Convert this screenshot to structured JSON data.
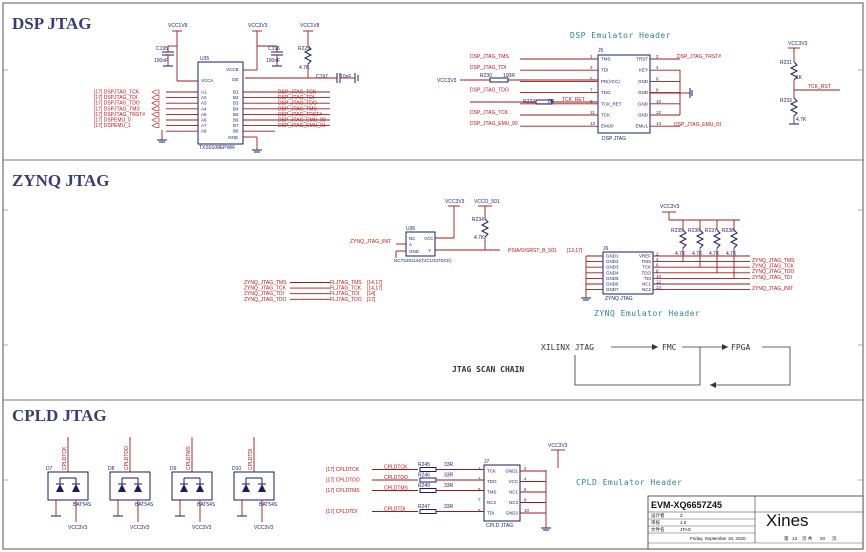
{
  "sections": {
    "dsp": "DSP JTAG",
    "zynq": "ZYNQ JTAG",
    "cpld": "CPLD JTAG"
  },
  "headers": {
    "dsp": "DSP Emulator Header",
    "zynq": "ZYNQ Emulator Header",
    "cpld": "CPLD Emulator Header"
  },
  "chain": {
    "label": "JTAG SCAN CHAIN",
    "xilinx": "XILINX JTAG",
    "fmc": "FMC",
    "fpga": "FPGA"
  },
  "dsp": {
    "u_ref": "U35",
    "u_part": "TXS0108EPWR",
    "vcc1v8_a": "VCC1V8",
    "vcc3v3_a": "VCC3V3",
    "vcc1v8_b": "VCC1V8",
    "c195": "C195",
    "c195_val": "100nF",
    "c196": "C196",
    "c196_val": "100nF",
    "r229": "R229",
    "r229_val": "4.7K",
    "c197": "C197",
    "c197_val": "10nF",
    "vcca": "VCCA",
    "vccb": "VCCB",
    "oe": "OE",
    "gnd": "GND",
    "pins_a": [
      "A1",
      "A2",
      "A3",
      "A4",
      "A5",
      "A6",
      "A7",
      "A8"
    ],
    "pins_b": [
      "B1",
      "B2",
      "B3",
      "B4",
      "B5",
      "B6",
      "B7",
      "B8"
    ],
    "left_nets": [
      "[17]  DSPJTAG_TCK",
      "[17]  DSPJTAG_TDI",
      "[17]  DSPJTAG_TDO",
      "[17]  DSPJTAG_TMS",
      "[17]  DSPJTAG_TRST#",
      "[17]  DSPEMU_0",
      "[17]  DSPEMU_1"
    ],
    "right_nets": [
      "DSP_JTAG_TCK",
      "DSP_JTAG_TDI",
      "DSP_JTAG_TDO",
      "DSP_JTAG_TMS",
      "DSP_JTAG_TRST#",
      "DSP_JTAG_EMU_00",
      "DSP_JTAG_EMU_01"
    ],
    "j_ref": "J5",
    "j_part": "DSP JTAG",
    "j_left_pins": [
      "TMS",
      "TDI",
      "PD(VCC)",
      "TDO",
      "TCK_RET",
      "TCK",
      "EMU0"
    ],
    "j_left_nums": [
      "1",
      "3",
      "5",
      "7",
      "9",
      "11",
      "13"
    ],
    "j_right_pins": [
      "TRST",
      "KEY",
      "GND",
      "GND",
      "GND",
      "GND",
      "EMU1"
    ],
    "j_right_nums": [
      "2",
      "4",
      "6",
      "8",
      "10",
      "12",
      "14"
    ],
    "j_left_nets": [
      "DSP_JTAG_TMS",
      "DSP_JTAG_TDI",
      "",
      "DSP_JTAG_TDO",
      "",
      "DSP_JTAG_TCK",
      "DSP_JTAG_EMU_00"
    ],
    "vcc3v3_j": "VCC3V3",
    "r230": "R230",
    "r230_val": "100R",
    "r232": "R232",
    "r232_val": "0R",
    "tck_ret": "TCK_RET",
    "trst_right": "DSP_JTAG_TRST#",
    "emu1_right": "DSP_JTAG_EMU_01",
    "vcc3v3_r": "VCC3V3",
    "r231": "R231",
    "r231_val": "1K",
    "r233": "R233",
    "r233_val": "4.7K",
    "tck_rst_net": "TCK_RST"
  },
  "zynq": {
    "u_ref": "U36",
    "u_part": "NC7SZ04L6X(VC1G07DCK)",
    "vcc3v3_a": "VCC3V3",
    "vcco_501": "VCCO_501",
    "r234": "R234",
    "r234_val": "4.7K",
    "nc": "NC",
    "a": "A",
    "gnd": "GND",
    "vcc": "VCC",
    "y": "Y",
    "init_in": "ZYNQ_JTAG_INIT",
    "ps_srst": "PSIA/O/SRST_B_501",
    "ps_ref": "[12,17]",
    "fl_nets": [
      "ZYNQ_JTAG_TMS",
      "ZYNQ_JTAG_TCK",
      "ZYNQ_JTAG_TDI",
      "ZYNQ_JTAG_TDO"
    ],
    "fl_targets": [
      "FLJTAG_TMS",
      "FLJTAG_TCK",
      "FLJTAG_TDI",
      "FLJTAG_TDO"
    ],
    "fl_refs": [
      "[14,17]",
      "[14,17]",
      "[14]",
      "[17]"
    ],
    "vcc3v3_b": "VCC3V3",
    "pull_res": [
      "R235",
      "R236",
      "R237",
      "R238"
    ],
    "pull_val": "4.7K",
    "j_ref": "J6",
    "j_part": "ZYNQ JTAG",
    "j_left_pins": [
      "GND1",
      "GND2",
      "GND3",
      "GND4",
      "GND5",
      "GND6",
      "GND7"
    ],
    "j_right_pins": [
      "VREF",
      "TMS",
      "TCK",
      "TDO",
      "TDI",
      "NC1",
      "NC2"
    ],
    "j_right_nums": [
      "2",
      "4",
      "6",
      "8",
      "10",
      "12",
      "14"
    ],
    "j_right_nets": [
      "ZYNQ_JTAG_TMS",
      "ZYNQ_JTAG_TCK",
      "ZYNQ_JTAG_TDO",
      "ZYNQ_JTAG_TDI",
      "",
      "ZYNQ_JTAG_INIT"
    ]
  },
  "cpld": {
    "diodes": [
      {
        "ref": "D7",
        "net": "CPLDTCK",
        "part": "BAT54S",
        "vcc": "VCC3V3"
      },
      {
        "ref": "D8",
        "net": "CPLDTDO",
        "part": "BAT54S",
        "vcc": "VCC3V3"
      },
      {
        "ref": "D9",
        "net": "CPLDTMS",
        "part": "BAT54S",
        "vcc": "VCC3V3"
      },
      {
        "ref": "D10",
        "net": "CPLDTDI",
        "part": "BAT54S",
        "vcc": "VCC3V3"
      }
    ],
    "nets": [
      "[17]  CPLDTCK",
      "[17]  CPLDTDO",
      "[17]  CPLDTMS",
      "[17]  CPLDTDI"
    ],
    "targets": [
      "CPLDTCK",
      "CPLDTDO",
      "CPLDTMS",
      "CPLDTDI"
    ],
    "res": [
      "R245",
      "R246",
      "R249",
      "R247"
    ],
    "res_val": "33R",
    "j_ref": "J7",
    "j_part": "CPLD JTAG",
    "j_left_pins": [
      "TCK",
      "TDO",
      "TMS",
      "NC2",
      "TDI"
    ],
    "j_left_nums": [
      "1",
      "3",
      "5",
      "7",
      "9"
    ],
    "j_right_pins": [
      "GND1",
      "VCC",
      "NC1",
      "NC3",
      "GND2"
    ],
    "j_right_nums": [
      "2",
      "4",
      "6",
      "8",
      "10"
    ],
    "vcc3v3": "VCC3V3"
  },
  "titleblock": {
    "project": "EVM-XQ6657Z45",
    "company": "Xines",
    "row1_label": "设计者",
    "row1_val": "Z",
    "row2_label": "审核",
    "row2_val": "1.0",
    "row3_label": "文件名",
    "row3_val": "JTAG",
    "date": "Friday, September 18, 2020",
    "sheet_prefix": "第",
    "sheet": "13",
    "sheet_mid": "页 共",
    "total": "20",
    "sheet_suffix": "页"
  },
  "colors": {
    "wire": "#9b1b1b",
    "net": "#c0121a",
    "component": "#1b1b6a",
    "section_title": "#3b3b7a",
    "header_title": "#2f8a7a"
  }
}
